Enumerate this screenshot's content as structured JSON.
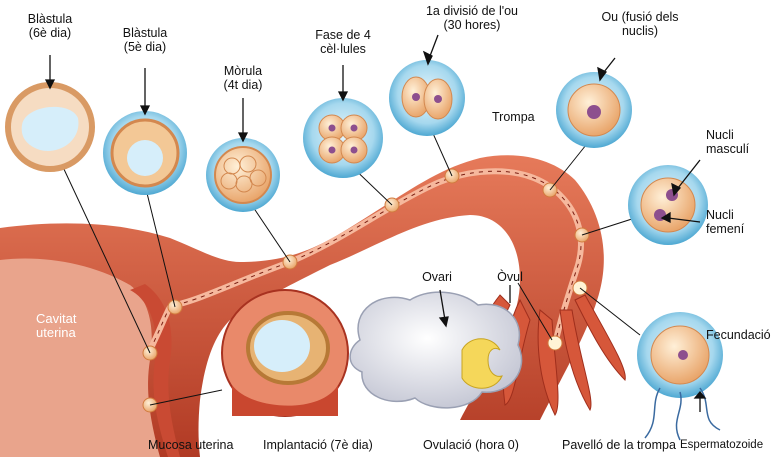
{
  "labels": {
    "blastula6": [
      "Blàstula",
      "(6è dia)"
    ],
    "blastula5": [
      "Blàstula",
      "(5è dia)"
    ],
    "morula": [
      "Mòrula",
      "(4t dia)"
    ],
    "fase4": [
      "Fase de 4",
      "cèl·lules"
    ],
    "divisio": [
      "1a divisió de l'ou",
      "(30 hores)"
    ],
    "ou": [
      "Ou (fusió dels",
      "nuclis)"
    ],
    "trompa": "Trompa",
    "nucli_masculi": [
      "Nucli",
      "masculí"
    ],
    "nucli_femeni": [
      "Nucli",
      "femení"
    ],
    "ovari": "Ovari",
    "ovul": "Òvul",
    "cavitat": [
      "Cavitat",
      "uterina"
    ],
    "fecundacio": "Fecundació",
    "mucosa": "Mucosa uterina",
    "implantacio": "Implantació (7è dia)",
    "ovulacio": "Ovulació (hora 0)",
    "pavello": "Pavelló de la trompa",
    "espermatozoide": "Espermatozoide"
  },
  "colors": {
    "tissue": "#d45a3c",
    "tissue_light": "#eb8b6c",
    "tissue_dark": "#a83220",
    "halo": "#7fc4e3",
    "cell": "#f2c596",
    "nucleus": "#8d4f8e",
    "ovary": "#e9eaf0"
  }
}
